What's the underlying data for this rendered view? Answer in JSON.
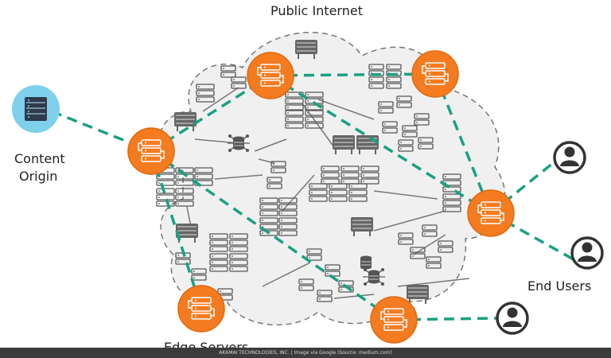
{
  "labels": {
    "title": "Public Internet",
    "origin_line1": "Content",
    "origin_line2": "Origin",
    "users": "End Users",
    "edge": "Edge Servers"
  },
  "footer": "AKAMAI TECHNOLOGIES, INC. | Image via Google (Source: medium.com)",
  "colors": {
    "edge_node": "#f47b20",
    "edge_node_stroke": "#e0690f",
    "origin_node": "#7fd0ec",
    "route": "#1aa083",
    "cloud_fill": "#f0f0f0",
    "cloud_stroke": "#777777",
    "user_icon": "#333333",
    "server_icon": "#555555"
  },
  "icons": {
    "edge_node": "server-stack-icon",
    "origin": "rack-server-icon",
    "user": "user-avatar-icon",
    "database": "database-icon",
    "cloud": "cloud-shape"
  }
}
